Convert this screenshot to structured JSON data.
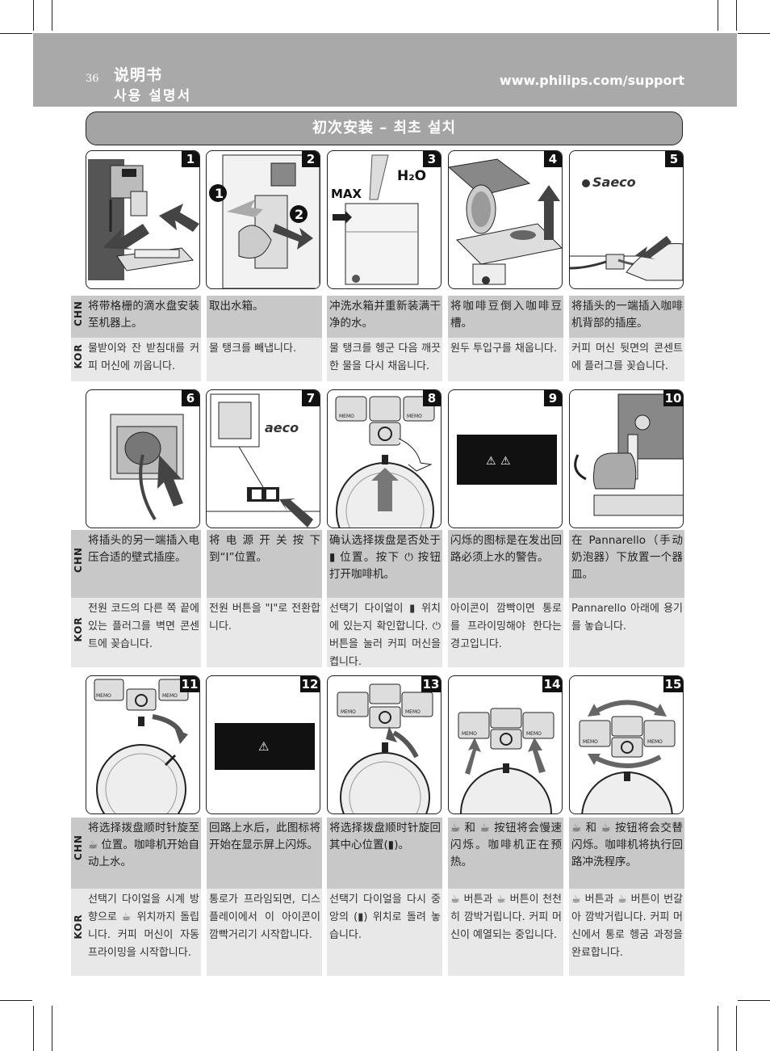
{
  "header": {
    "page_number": "36",
    "title_chn": "说明书",
    "title_kor": "사용 설명서",
    "url": "www.philips.com/support"
  },
  "section": {
    "title": "初次安装 – 최초 설치"
  },
  "lang_labels": {
    "chn": "CHN",
    "kor": "KOR"
  },
  "illustration_labels": {
    "max": "MAX",
    "h2o": "H₂O",
    "brand": "Saeco",
    "brand_partial": "aeco",
    "memo": "MEMO",
    "circle_1": "❶",
    "circle_2": "❷"
  },
  "steps": [
    {
      "num": "1",
      "chn": "将带格栅的滴水盘安装至机器上。",
      "kor": "물받이와 잔 받침대를 커피 머신에 끼웁니다."
    },
    {
      "num": "2",
      "chn": "取出水箱。",
      "kor": "물 탱크를 빼냅니다."
    },
    {
      "num": "3",
      "chn": "冲洗水箱并重新装满干净的水。",
      "kor": "물 탱크를 헹군 다음 깨끗한 물을 다시 채웁니다."
    },
    {
      "num": "4",
      "chn": "将咖啡豆倒入咖啡豆槽。",
      "kor": "원두 투입구를 채웁니다."
    },
    {
      "num": "5",
      "chn": "将插头的一端插入咖啡机背部的插座。",
      "kor": "커피 머신 뒷면의 콘센트에 플러그를 꽂습니다."
    },
    {
      "num": "6",
      "chn": "将插头的另一端插入电压合适的壁式插座。",
      "kor": "전원 코드의 다른 쪽 끝에 있는 플러그를 벽면 콘센트에 꽂습니다."
    },
    {
      "num": "7",
      "chn": "将电源开关按下到“I”位置。",
      "kor": "전원 버튼을 \"I\"로 전환합니다."
    },
    {
      "num": "8",
      "chn": "确认选择拨盘是否处于 ▮ 位置。按下 ⏻ 按钮打开咖啡机。",
      "kor": "선택기 다이얼이 ▮ 위치에 있는지 확인합니다. ⏻ 버튼을 눌러 커피 머신을 켭니다."
    },
    {
      "num": "9",
      "chn": "闪烁的图标是在发出回路必须上水的警告。",
      "kor": "아이콘이 깜빡이면 통로를 프라이밍해야 한다는 경고입니다."
    },
    {
      "num": "10",
      "chn": "在 Pannarello（手动奶泡器）下放置一个器皿。",
      "kor": "Pannarello 아래에 용기를 놓습니다."
    },
    {
      "num": "11",
      "chn": "将选择拨盘顺时针旋至 ☕ 位置。咖啡机开始自动上水。",
      "kor": "선택기 다이얼을 시계 방향으로 ☕ 위치까지 돌립니다. 커피 머신이 자동 프라이밍을 시작합니다."
    },
    {
      "num": "12",
      "chn": "回路上水后，此图标将开始在显示屏上闪烁。",
      "kor": "통로가 프라임되면, 디스플레이에서 이 아이콘이 깜빡거리기 시작합니다."
    },
    {
      "num": "13",
      "chn": "将选择拨盘顺时针旋回其中心位置(▮)。",
      "kor": "선택기 다이얼을 다시 중앙의 (▮) 위치로 돌려 놓습니다."
    },
    {
      "num": "14",
      "chn": "☕ 和 ☕ 按钮将会慢速闪烁。咖啡机正在预热。",
      "kor": "☕ 버튼과 ☕ 버튼이 천천히 깜박거립니다. 커피 머신이 예열되는 중입니다."
    },
    {
      "num": "15",
      "chn": "☕ 和 ☕ 按钮将会交替闪烁。咖啡机将执行回路冲洗程序。",
      "kor": "☕ 버튼과 ☕ 버튼이 번갈아 깜박거립니다. 커피 머신에서 통로 헹굼 과정을 완료합니다."
    }
  ],
  "colors": {
    "header_bg": "#a9a9a9",
    "chn_bg": "#c8c8c8",
    "kor_bg": "#e8e8e8",
    "display_bg": "#111111"
  }
}
